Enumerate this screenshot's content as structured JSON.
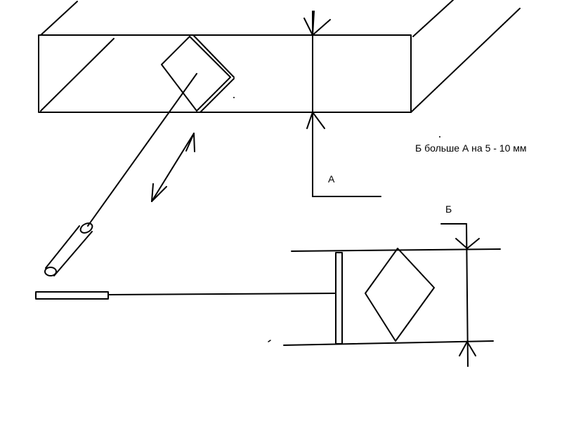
{
  "labels": {
    "note": "Б больше А на 5 - 10 мм",
    "dimension_a": "А",
    "dimension_b": "Б"
  },
  "colors": {
    "background": "#ffffff",
    "line": "#000000"
  }
}
